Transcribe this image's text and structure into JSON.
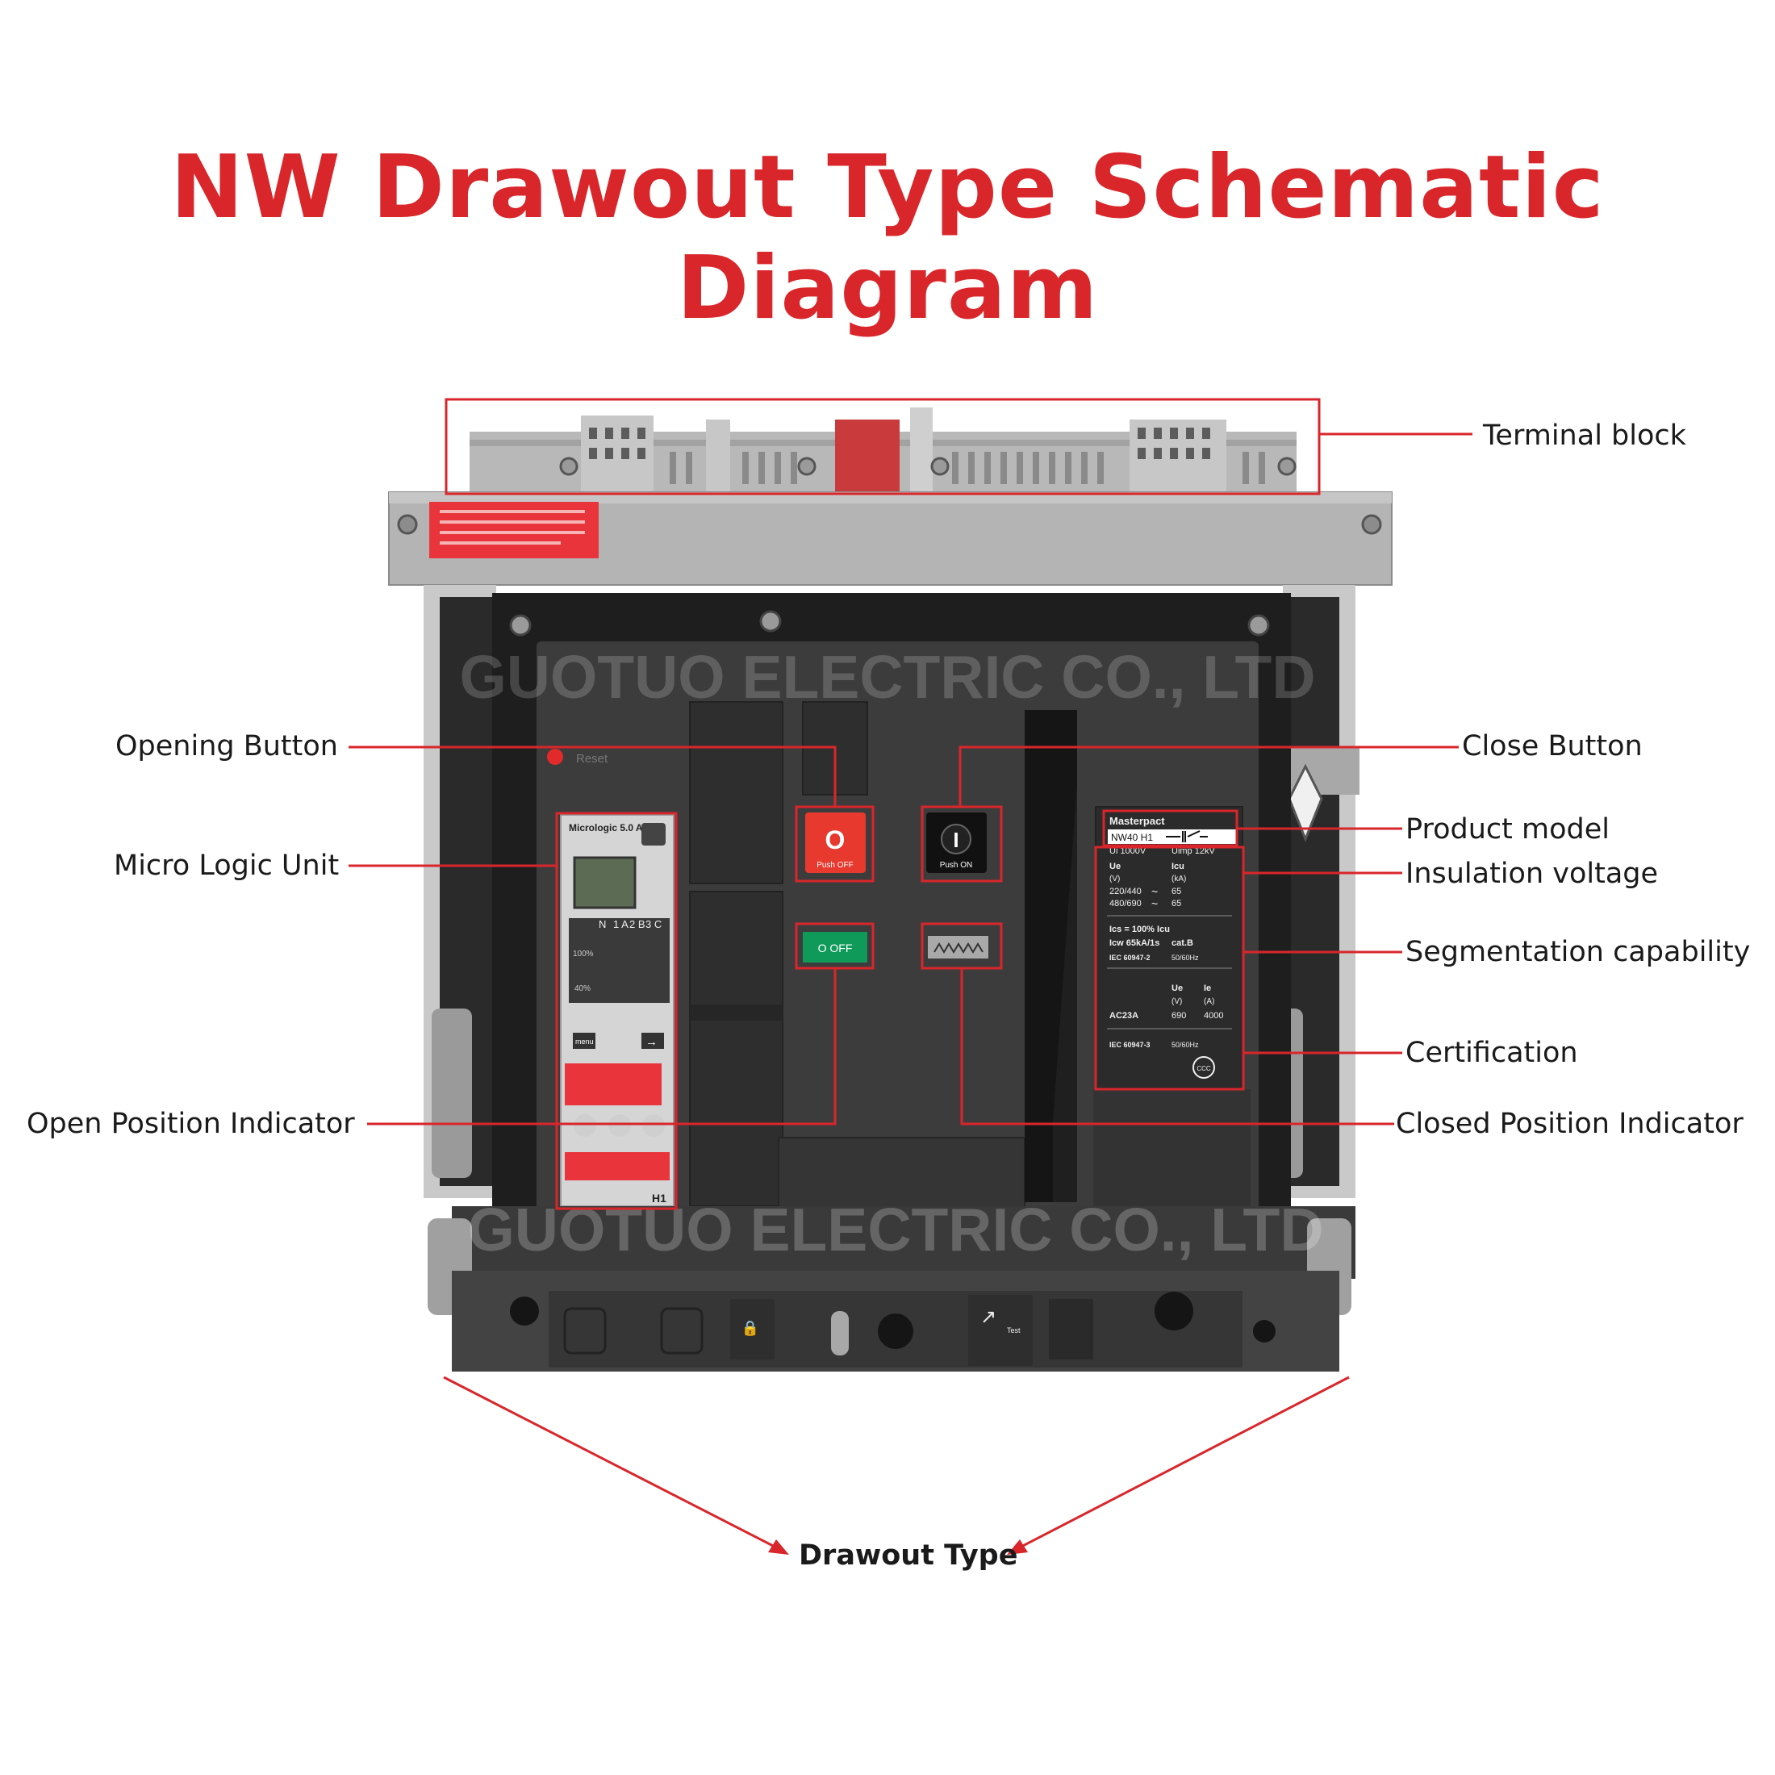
{
  "title": "NW Drawout Type Schematic Diagram",
  "accent_color": "#d9262b",
  "watermark": "GUOTUO ELECTRIC CO., LTD",
  "callouts": {
    "terminal_block": "Terminal block",
    "opening_button": "Opening Button",
    "close_button": "Close Button",
    "micro_logic_unit": "Micro Logic Unit",
    "product_model": "Product model",
    "insulation_voltage": "Insulation voltage",
    "segmentation_capability": "Segmentation capability",
    "certification": "Certification",
    "open_position_indicator": "Open Position Indicator",
    "closed_position_indicator": "Closed Position Indicator",
    "drawout_type": "Drawout Type"
  },
  "breaker": {
    "reset_label": "Reset",
    "micrologic_title": "Micrologic 5.0 A",
    "menu_label": "menu",
    "phase_labels": [
      "N",
      "1 A",
      "2 B",
      "3 C"
    ],
    "scale_100": "100%",
    "scale_40": "40%",
    "h1": "H1",
    "push_off_symbol": "O",
    "push_off_label": "Push OFF",
    "push_on_symbol": "I",
    "push_on_label": "Push ON",
    "off_indicator": "O OFF",
    "nameplate": {
      "brand": "Masterpact",
      "model": "NW40 H1",
      "ui": "Ui 1000V",
      "uimp": "Uimp 12kV",
      "ue_header": "Ue",
      "ue_unit": "(V)",
      "icu_header": "Icu",
      "icu_unit": "(kA)",
      "rows": [
        [
          "220/440",
          "65"
        ],
        [
          "480/690",
          "65"
        ]
      ],
      "ics": "Ics = 100% Icu",
      "icw": "Icw 65kA/1s",
      "cat": "cat.B",
      "std1": "IEC 60947-2",
      "freq1": "50/60Hz",
      "ue2_header": "Ue",
      "ie_header": "Ie",
      "ue2_unit": "(V)",
      "ie_unit": "(A)",
      "ac23a": "AC23A",
      "ue2_value": "690",
      "ie_value": "4000",
      "std2": "IEC 60947-3",
      "freq2": "50/60Hz",
      "ccc": "CCC"
    },
    "test_label": "Test"
  }
}
